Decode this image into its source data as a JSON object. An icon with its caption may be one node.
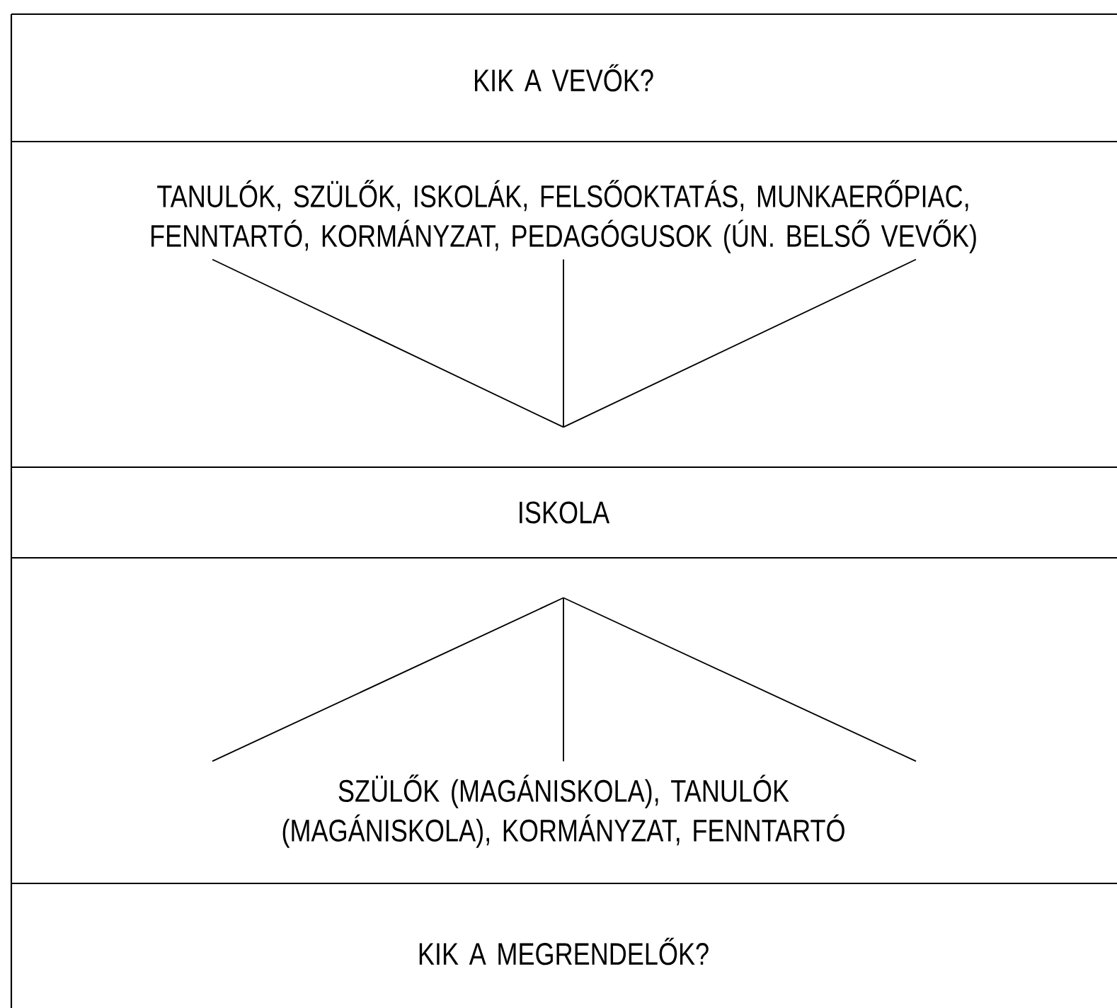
{
  "diagram": {
    "nodes": [
      {
        "text": [
          "KIK A VEVŐK?"
        ]
      },
      {
        "text": [
          "TANULÓK, SZÜLŐK, ISKOLÁK, FELSŐOKTATÁS, MUNKAERŐPIAC, FENNTARTÓ, KORMÁNYZAT, PEDAGÓGUSOK (ÚN. BELSŐ VEVŐK)"
        ]
      },
      {
        "text": [
          "ISKOLA"
        ]
      },
      {
        "text": [
          "SZÜLŐK (MAGÁNISKOLA), TANULÓK (MAGÁNISKOLA), KORMÁNYZAT, FENNTARTÓ"
        ]
      },
      {
        "text": [
          "KIK A MEGRENDELŐK?"
        ]
      }
    ],
    "edges": [
      {
        "from": 1,
        "to": 2,
        "arrow": "none"
      },
      {
        "from": 1,
        "to": 2,
        "arrow": "none"
      },
      {
        "from": 1,
        "to": 2,
        "arrow": "none"
      },
      {
        "from": 2,
        "to": 3,
        "arrow": "none"
      },
      {
        "from": 2,
        "to": 3,
        "arrow": "none"
      },
      {
        "from": 2,
        "to": 3,
        "arrow": "none"
      }
    ]
  }
}
